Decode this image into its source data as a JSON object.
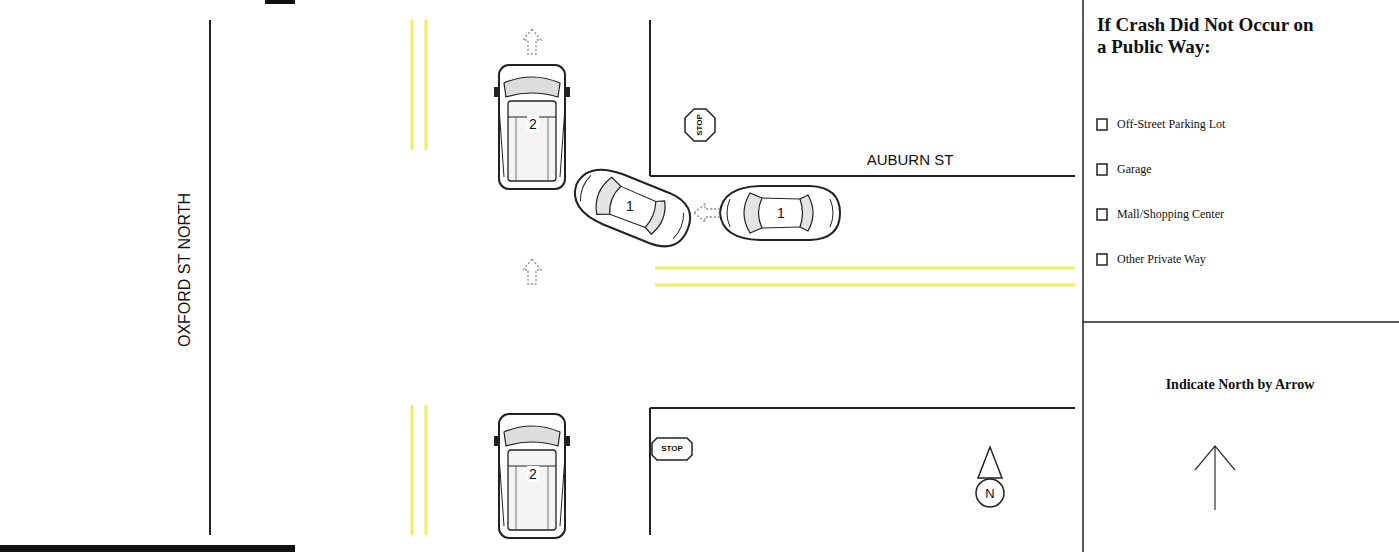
{
  "diagram": {
    "labels": [
      "OXFORD ST NORTH",
      "STOP",
      "AUBURN ST",
      "2",
      "1",
      "1",
      "STOP",
      "2",
      "N",
      "If Crash Did Not Occur on a Public Way:",
      "Off-Street Parking Lot",
      "Garage",
      "Mall/Shopping Center",
      "Other Private Way",
      "Indicate North by Arrow"
    ]
  }
}
